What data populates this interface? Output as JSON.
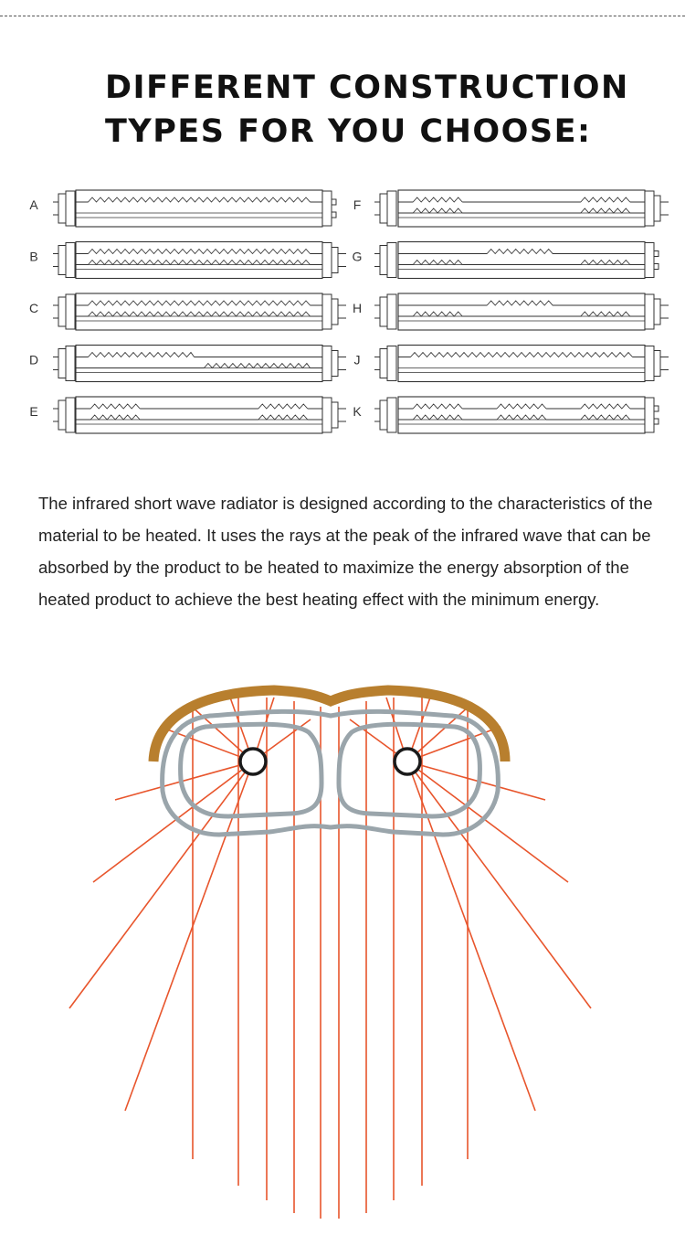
{
  "header": {
    "title_line1": "DIFFERENT CONSTRUCTION",
    "title_line2": "TYPES FOR YOU CHOOSE:"
  },
  "tube_types": [
    {
      "label": "A",
      "side": "left",
      "top": [
        [
          0.05,
          0.95
        ]
      ],
      "mid": [],
      "end": "cap"
    },
    {
      "label": "B",
      "side": "left",
      "top": [
        [
          0.05,
          0.95
        ]
      ],
      "mid": [
        [
          0.05,
          0.95
        ]
      ],
      "end": "plug"
    },
    {
      "label": "C",
      "side": "left",
      "top": [
        [
          0.05,
          0.95
        ]
      ],
      "mid": [
        [
          0.05,
          0.95
        ]
      ],
      "end": "plug"
    },
    {
      "label": "D",
      "side": "left",
      "top": [
        [
          0.05,
          0.48
        ]
      ],
      "mid": [
        [
          0.52,
          0.95
        ]
      ],
      "end": "plug"
    },
    {
      "label": "E",
      "side": "left",
      "top": [
        [
          0.06,
          0.26
        ],
        [
          0.74,
          0.94
        ]
      ],
      "mid": [
        [
          0.06,
          0.26
        ],
        [
          0.74,
          0.94
        ]
      ],
      "end": "plug"
    },
    {
      "label": "F",
      "side": "right",
      "top": [
        [
          0.06,
          0.26
        ],
        [
          0.74,
          0.94
        ]
      ],
      "mid": [
        [
          0.06,
          0.26
        ],
        [
          0.74,
          0.94
        ]
      ],
      "end": "plug"
    },
    {
      "label": "G",
      "side": "right",
      "top": [
        [
          0.36,
          0.64
        ]
      ],
      "mid": [
        [
          0.06,
          0.26
        ],
        [
          0.74,
          0.94
        ]
      ],
      "end": "cap"
    },
    {
      "label": "H",
      "side": "right",
      "top": [
        [
          0.36,
          0.64
        ]
      ],
      "mid": [
        [
          0.06,
          0.26
        ],
        [
          0.74,
          0.94
        ]
      ],
      "end": "plug"
    },
    {
      "label": "J",
      "side": "right",
      "top": [
        [
          0.05,
          0.95
        ]
      ],
      "mid": [],
      "end": "plug"
    },
    {
      "label": "K",
      "side": "right",
      "top": [
        [
          0.06,
          0.26
        ],
        [
          0.4,
          0.6
        ],
        [
          0.74,
          0.94
        ]
      ],
      "mid": [
        [
          0.06,
          0.26
        ],
        [
          0.4,
          0.6
        ],
        [
          0.74,
          0.94
        ]
      ],
      "end": "cap"
    }
  ],
  "description": "The infrared short wave radiator is designed according to the characteristics of the material to be heated. It uses the rays at the peak of the infrared wave that can be absorbed by the product to be heated to maximize the energy absorption of the heated product to achieve the best heating effect with the minimum energy.",
  "colors": {
    "reflector": "#b87f2e",
    "tube": "#9aa5ab",
    "ray": "#e8552c",
    "filament": "#1a1a1a",
    "line": "#333333"
  }
}
